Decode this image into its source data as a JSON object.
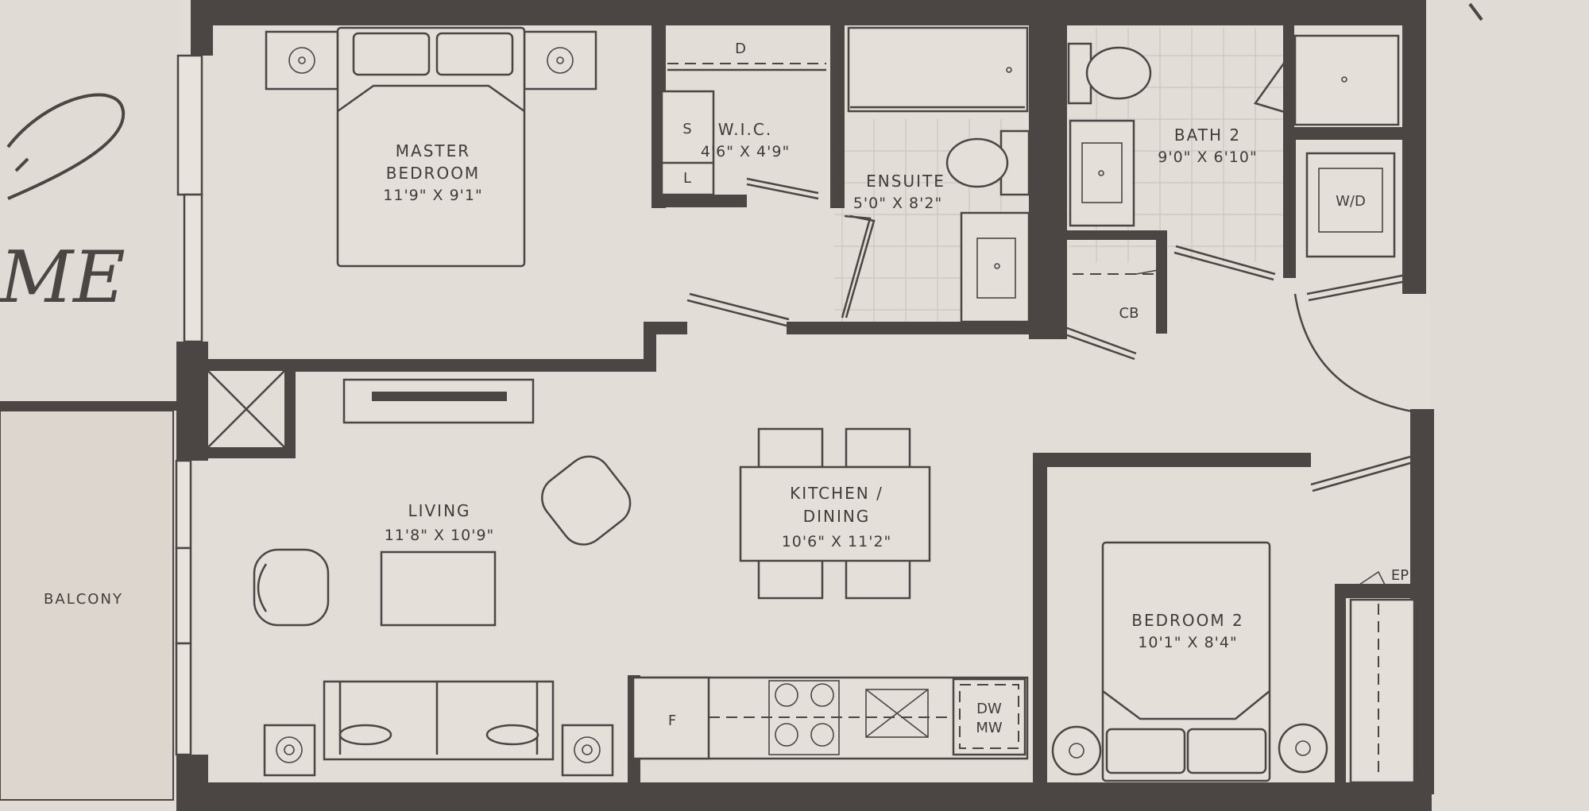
{
  "rooms": {
    "master": {
      "name_line1": "MASTER",
      "name_line2": "BEDROOM",
      "dims": "11'9\" X 9'1\""
    },
    "wic": {
      "name": "W.I.C.",
      "dims": "4'6\" X 4'9\""
    },
    "ensuite": {
      "name": "ENSUITE",
      "dims": "5'0\" X 8'2\""
    },
    "bath2": {
      "name": "BATH 2",
      "dims": "9'0\" X 6'10\""
    },
    "living": {
      "name": "LIVING",
      "dims": "11'8\" X 10'9\""
    },
    "kitchen": {
      "name_line1": "KITCHEN /",
      "name_line2": "DINING",
      "dims": "10'6\" X 11'2\""
    },
    "bedroom2": {
      "name": "BEDROOM 2",
      "dims": "10'1\" X 8'4\""
    },
    "balcony": {
      "name": "BALCONY"
    }
  },
  "markers": {
    "d": "D",
    "s": "S",
    "l": "L",
    "cb": "CB",
    "wd": "W/D",
    "ep": "EP",
    "f": "F",
    "dw": "DW",
    "mw": "MW"
  },
  "handwriting": {
    "text": "ME"
  }
}
